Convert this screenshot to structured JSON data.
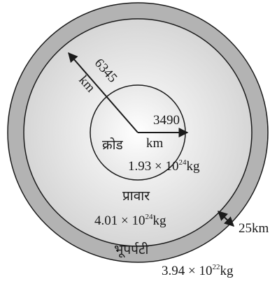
{
  "diagram": {
    "core": {
      "label": "क्रोड",
      "radius_value": "3490",
      "radius_unit": "km",
      "mass": {
        "mantissa": "1.93 × 10",
        "exp": "24",
        "unit": "kg"
      }
    },
    "mantle": {
      "label": "प्रावार",
      "radius_value": "6345",
      "radius_unit": "km",
      "mass": {
        "mantissa": "4.01 × 10",
        "exp": "24",
        "unit": "kg"
      }
    },
    "crust": {
      "label": "भूपर्पटी",
      "thickness": "25km",
      "mass": {
        "mantissa": "3.94 × 10",
        "exp": "22",
        "unit": "kg"
      }
    }
  },
  "colors": {
    "crust_fill": "#b3b3b3",
    "mantle_center": "#ffffff",
    "mantle_edge": "#d6d6d6",
    "core_center": "#ffffff",
    "core_edge": "#e6e6e6",
    "stroke": "#1a1a1a"
  }
}
